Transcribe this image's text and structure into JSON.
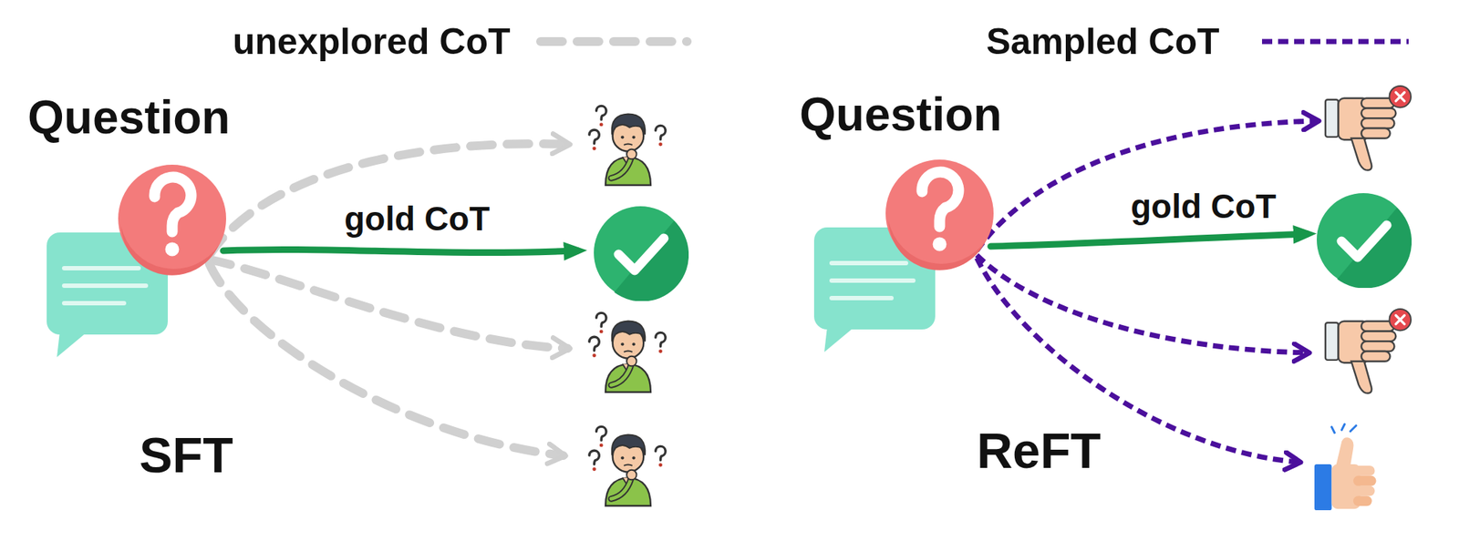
{
  "diagram": {
    "nodes": [
      {
        "text": [
          "Question"
        ]
      },
      {
        "text": [
          "Question"
        ]
      }
    ],
    "labels": [
      "gold CoT",
      "SFT",
      "gold CoT",
      "ReFT"
    ],
    "legend": [
      {
        "text": "unexplored CoT"
      },
      {
        "text": "Sampled CoT"
      }
    ]
  }
}
